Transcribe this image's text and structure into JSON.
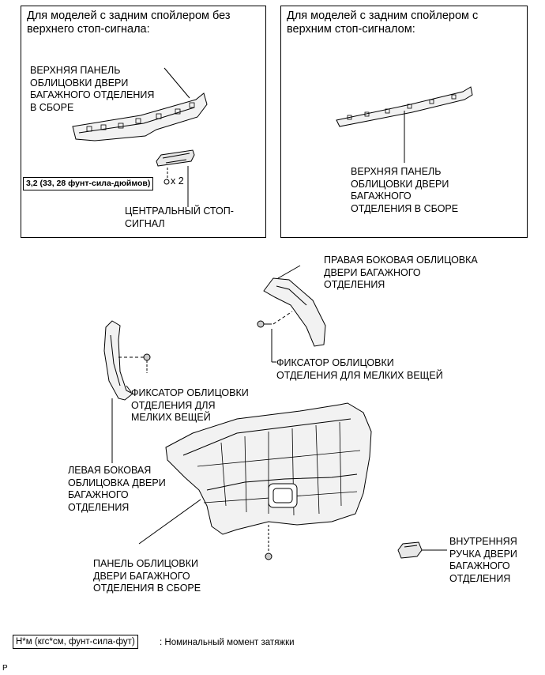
{
  "panel_left": {
    "header": "Для моделей с задним спойлером без\nверхнего стоп-сигнала:",
    "upper_panel_label": "ВЕРХНЯЯ ПАНЕЛЬ\nОБЛИЦОВКИ ДВЕРИ\nБАГАЖНОГО ОТДЕЛЕНИЯ\nВ СБОРЕ",
    "torque": "3,2 (33, 28 фунт-сила-дюймов)",
    "multiplier": "x 2",
    "stop_signal_label": "ЦЕНТРАЛЬНЫЙ СТОП-\nСИГНАЛ"
  },
  "panel_right": {
    "header": "Для моделей с задним спойлером с\nверхним стоп-сигналом:",
    "upper_panel_label": "ВЕРХНЯЯ ПАНЕЛЬ\nОБЛИЦОВКИ ДВЕРИ\nБАГАЖНОГО\nОТДЕЛЕНИЯ В СБОРЕ"
  },
  "main": {
    "right_side_trim": "ПРАВАЯ БОКОВАЯ ОБЛИЦОВКА\nДВЕРИ БАГАЖНОГО\nОТДЕЛЕНИЯ",
    "retainer_right": "ФИКСАТОР ОБЛИЦОВКИ\nОТДЕЛЕНИЯ ДЛЯ МЕЛКИХ ВЕЩЕЙ",
    "retainer_left": "ФИКСАТОР ОБЛИЦОВКИ\nОТДЕЛЕНИЯ ДЛЯ\nМЕЛКИХ ВЕЩЕЙ",
    "left_side_trim": "ЛЕВАЯ БОКОВАЯ\nОБЛИЦОВКА ДВЕРИ\nБАГАЖНОГО\nОТДЕЛЕНИЯ",
    "door_trim_panel": "ПАНЕЛЬ ОБЛИЦОВКИ\nДВЕРИ БАГАЖНОГО\nОТДЕЛЕНИЯ В СБОРЕ",
    "inner_handle": "ВНУТРЕННЯЯ\nРУЧКА ДВЕРИ\nБАГАЖНОГО\nОТДЕЛЕНИЯ"
  },
  "legend": {
    "unit": "Н*м (кгс*см, фунт-сила-фут)",
    "description": ": Номинальный момент затяжки"
  },
  "corner_mark": "P"
}
